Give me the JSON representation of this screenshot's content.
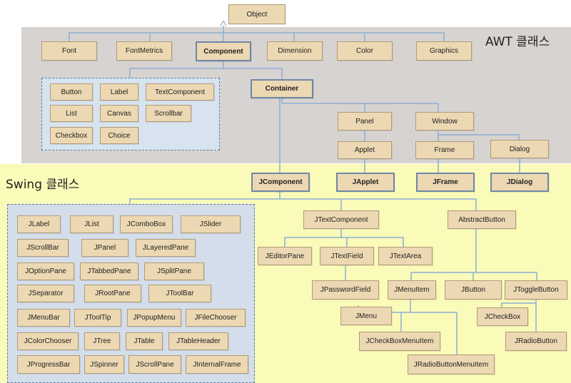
{
  "regions": {
    "awt_label": "AWT 클래스",
    "swing_label": "Swing 클래스"
  },
  "colors": {
    "awt_background": "#d7d3d1",
    "swing_background": "#fafab9",
    "group_background": "#d7e3ee",
    "node_fill": "#ecd8b2",
    "node_border": "#b09b79",
    "emphasis_border": "#6e88a6",
    "edge": "#8eaed2"
  },
  "nodes": {
    "object": "Object",
    "font": "Font",
    "fontmetrics": "FontMetrics",
    "component": "Component",
    "dimension": "Dimension",
    "color": "Color",
    "graphics": "Graphics",
    "button": "Button",
    "label": "Label",
    "textcomponent": "TextComponent",
    "list": "List",
    "canvas": "Canvas",
    "scrollbar": "Scrollbar",
    "checkbox": "Checkbox",
    "choice": "Choice",
    "container": "Container",
    "panel": "Panel",
    "window": "Window",
    "applet": "Applet",
    "frame": "Frame",
    "dialog": "Dialog",
    "jcomponent": "JComponent",
    "japplet": "JApplet",
    "jframe": "JFrame",
    "jdialog": "JDialog",
    "jlabel": "JLabel",
    "jlist": "JList",
    "jcombobox": "JComboBox",
    "jslider": "JSlider",
    "jscrollbar": "JScrollBar",
    "jpanel": "JPanel",
    "jlayeredpane": "JLayeredPane",
    "joptionpane": "JOptionPane",
    "jtabbedpane": "JTabbedPane",
    "jsplitpane": "JSplitPane",
    "jseparator": "JSeparator",
    "jrootpane": "JRootPane",
    "jtoolbar": "JToolBar",
    "jmenubar": "JMenuBar",
    "jtooltip": "JToolTip",
    "jpopupmenu": "JPopupMenu",
    "jfilechooser": "JFileChooser",
    "jcolorchooser": "JColorChooser",
    "jtree": "JTree",
    "jtable": "JTable",
    "jtableheader": "JTableHeader",
    "jprogressbar": "JProgressBar",
    "jspinner": "JSpinner",
    "jscrollpane": "JScrollPane",
    "jinternalframe": "JInternalFrame",
    "jtextcomponent": "JTextComponent",
    "abstractbutton": "AbstractButton",
    "jeditorpane": "JEditorPane",
    "jtextfield": "JTextField",
    "jtextarea": "JTextArea",
    "jpasswordfield": "JPasswordField",
    "jmenuitem": "JMenuItem",
    "jbutton": "JButton",
    "jtogglebutton": "JToggleButton",
    "jmenu": "JMenu",
    "jcheckbox": "JCheckBox",
    "jcheckboxmenuitem": "JCheckBoxMenuItem",
    "jradiobutton": "JRadioButton",
    "jradiobuttonmenuitem": "JRadioButtonMenuItem"
  }
}
